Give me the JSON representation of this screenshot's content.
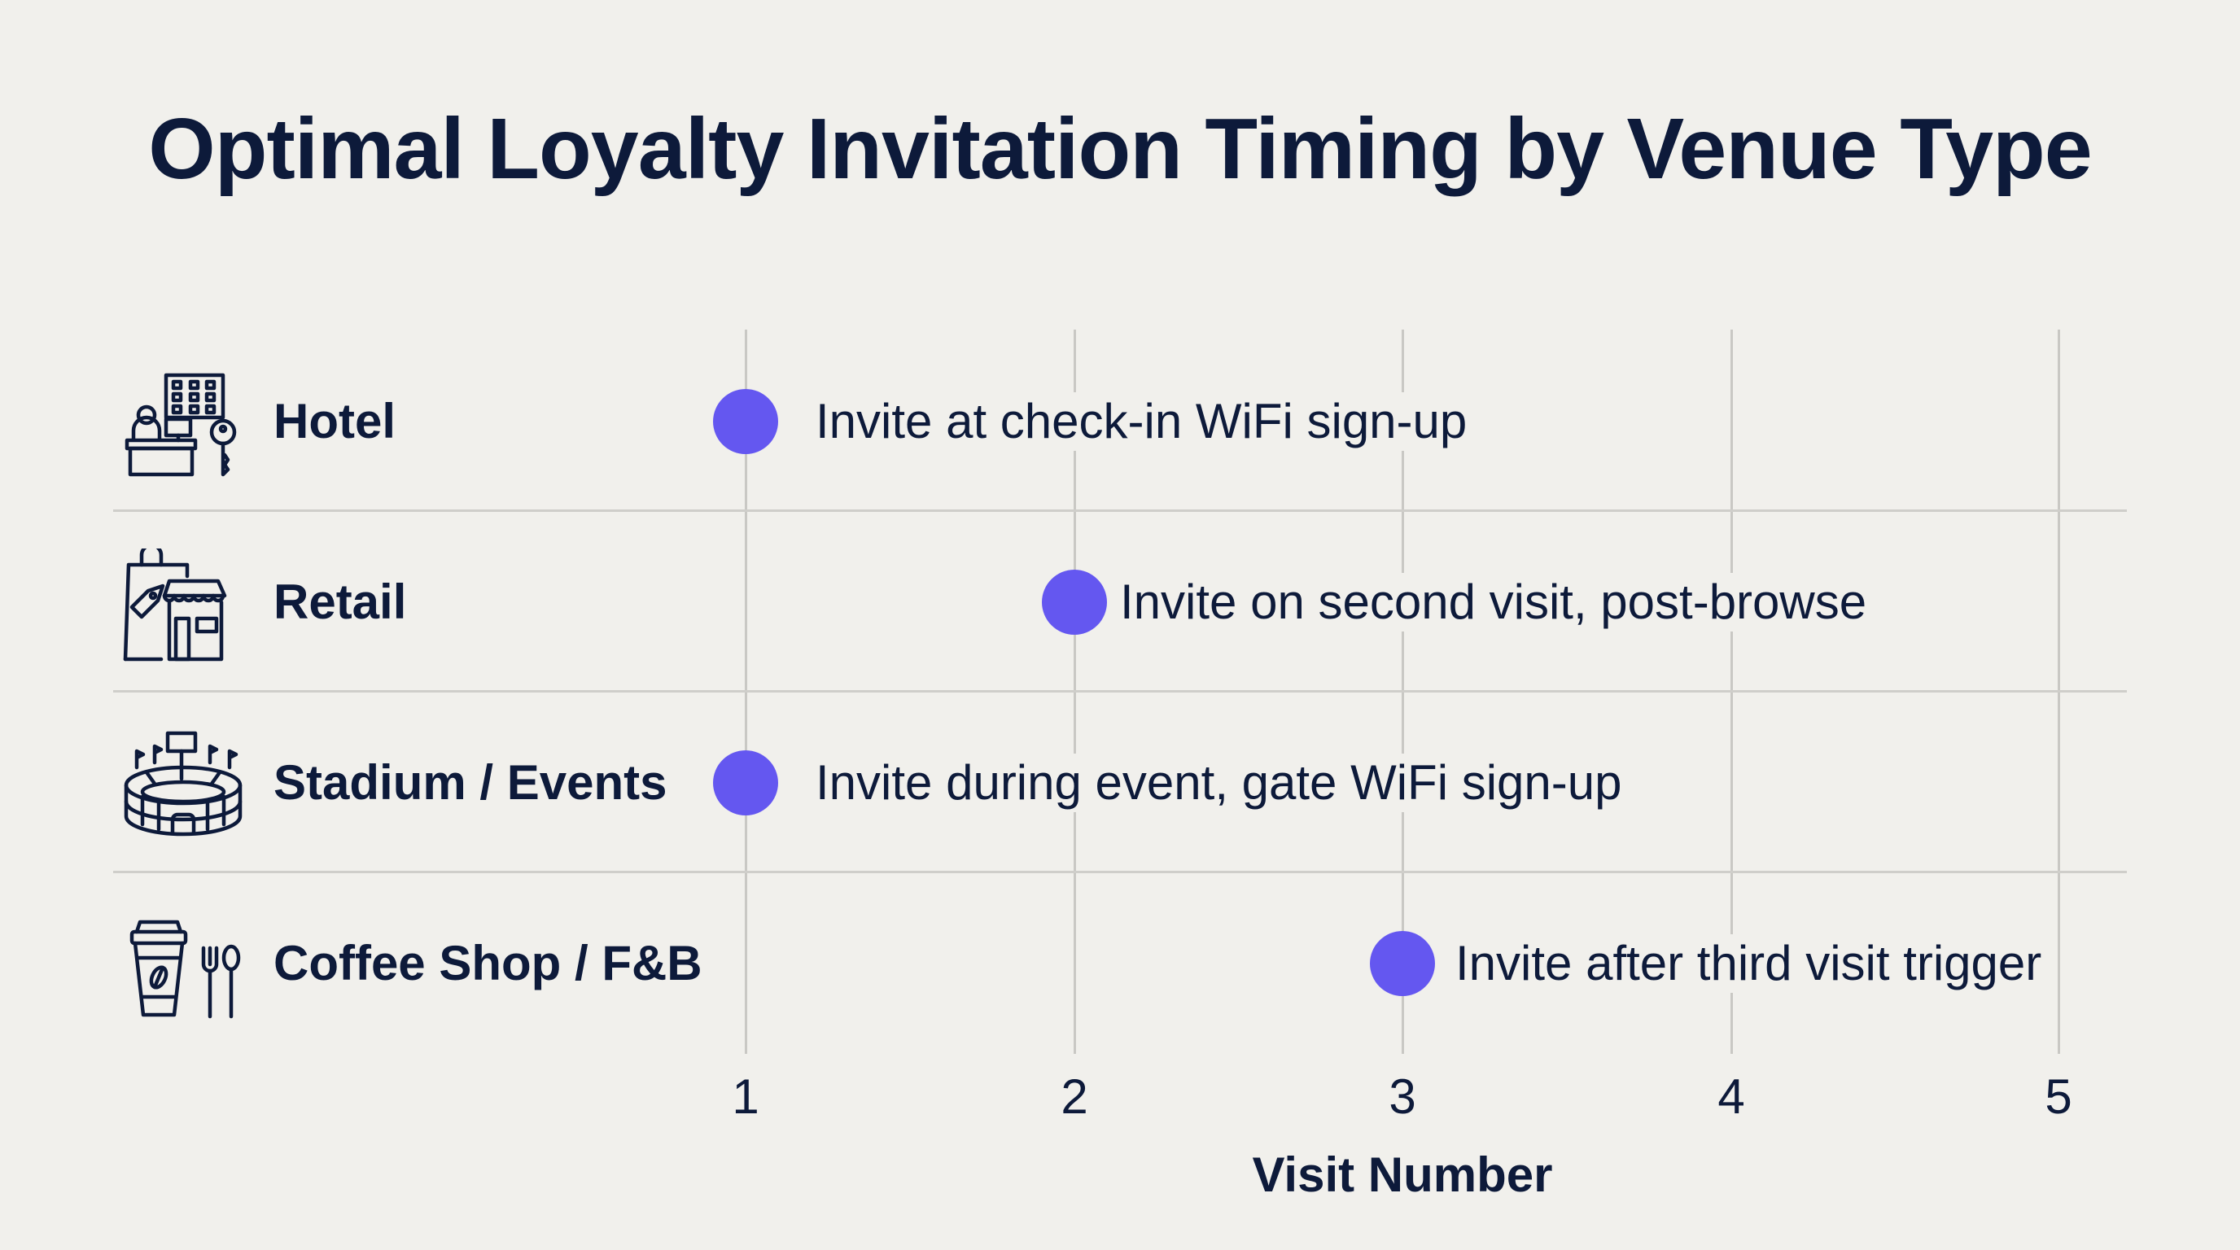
{
  "title": "Optimal Loyalty Invitation Timing by Venue Type",
  "colors": {
    "dot": "#6457F0",
    "text": "#0D1A3A",
    "background": "#F1F0EC",
    "grid": "#C9C8C4"
  },
  "rows": [
    {
      "venue": "Hotel",
      "icon": "hotel-reception-icon",
      "visit": 1,
      "note": "Invite at check-in WiFi sign-up"
    },
    {
      "venue": "Retail",
      "icon": "shopping-bag-store-icon",
      "visit": 2,
      "note": "Invite on second visit, post-browse"
    },
    {
      "venue": "Stadium / Events",
      "icon": "stadium-icon",
      "visit": 1,
      "note": "Invite during event, gate WiFi sign-up"
    },
    {
      "venue": "Coffee Shop / F&B",
      "icon": "coffee-cutlery-icon",
      "visit": 3,
      "note": "Invite after third visit trigger"
    }
  ],
  "axis": {
    "ticks": [
      "1",
      "2",
      "3",
      "4",
      "5"
    ],
    "label": "Visit Number"
  },
  "chart_data": {
    "type": "scatter",
    "title": "Optimal Loyalty Invitation Timing by Venue Type",
    "xlabel": "Visit Number",
    "ylabel": "",
    "xlim": [
      1,
      5
    ],
    "x_ticks": [
      1,
      2,
      3,
      4,
      5
    ],
    "categories": [
      "Hotel",
      "Retail",
      "Stadium / Events",
      "Coffee Shop / F&B"
    ],
    "values": [
      1,
      2,
      1,
      3
    ],
    "annotations": [
      "Invite at check-in WiFi sign-up",
      "Invite on second visit, post-browse",
      "Invite during event, gate WiFi sign-up",
      "Invite after third visit trigger"
    ],
    "grid": true,
    "legend": "none"
  }
}
